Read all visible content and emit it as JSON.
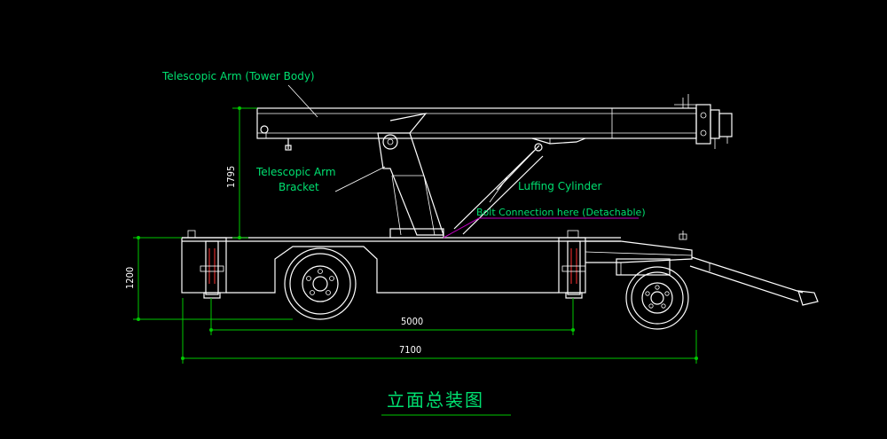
{
  "labels": {
    "telescopic_arm": "Telescopic Arm (Tower Body)",
    "arm_bracket_line1": "Telescopic Arm",
    "arm_bracket_line2": "Bracket",
    "luffing_cylinder": "Luffing Cylinder",
    "bolt_connection": "Bolt Connection here (Detachable)"
  },
  "dimensions": {
    "arm_height": "1795",
    "chassis_height": "1200",
    "wheelbase": "5000",
    "overall_length": "7100"
  },
  "title": "立面总装图",
  "colors": {
    "background": "#000000",
    "lines": "#ffffff",
    "dimension": "#00c800",
    "annotation": "#00e070",
    "accent_red": "#ff3030",
    "accent_magenta": "#c000c0"
  }
}
